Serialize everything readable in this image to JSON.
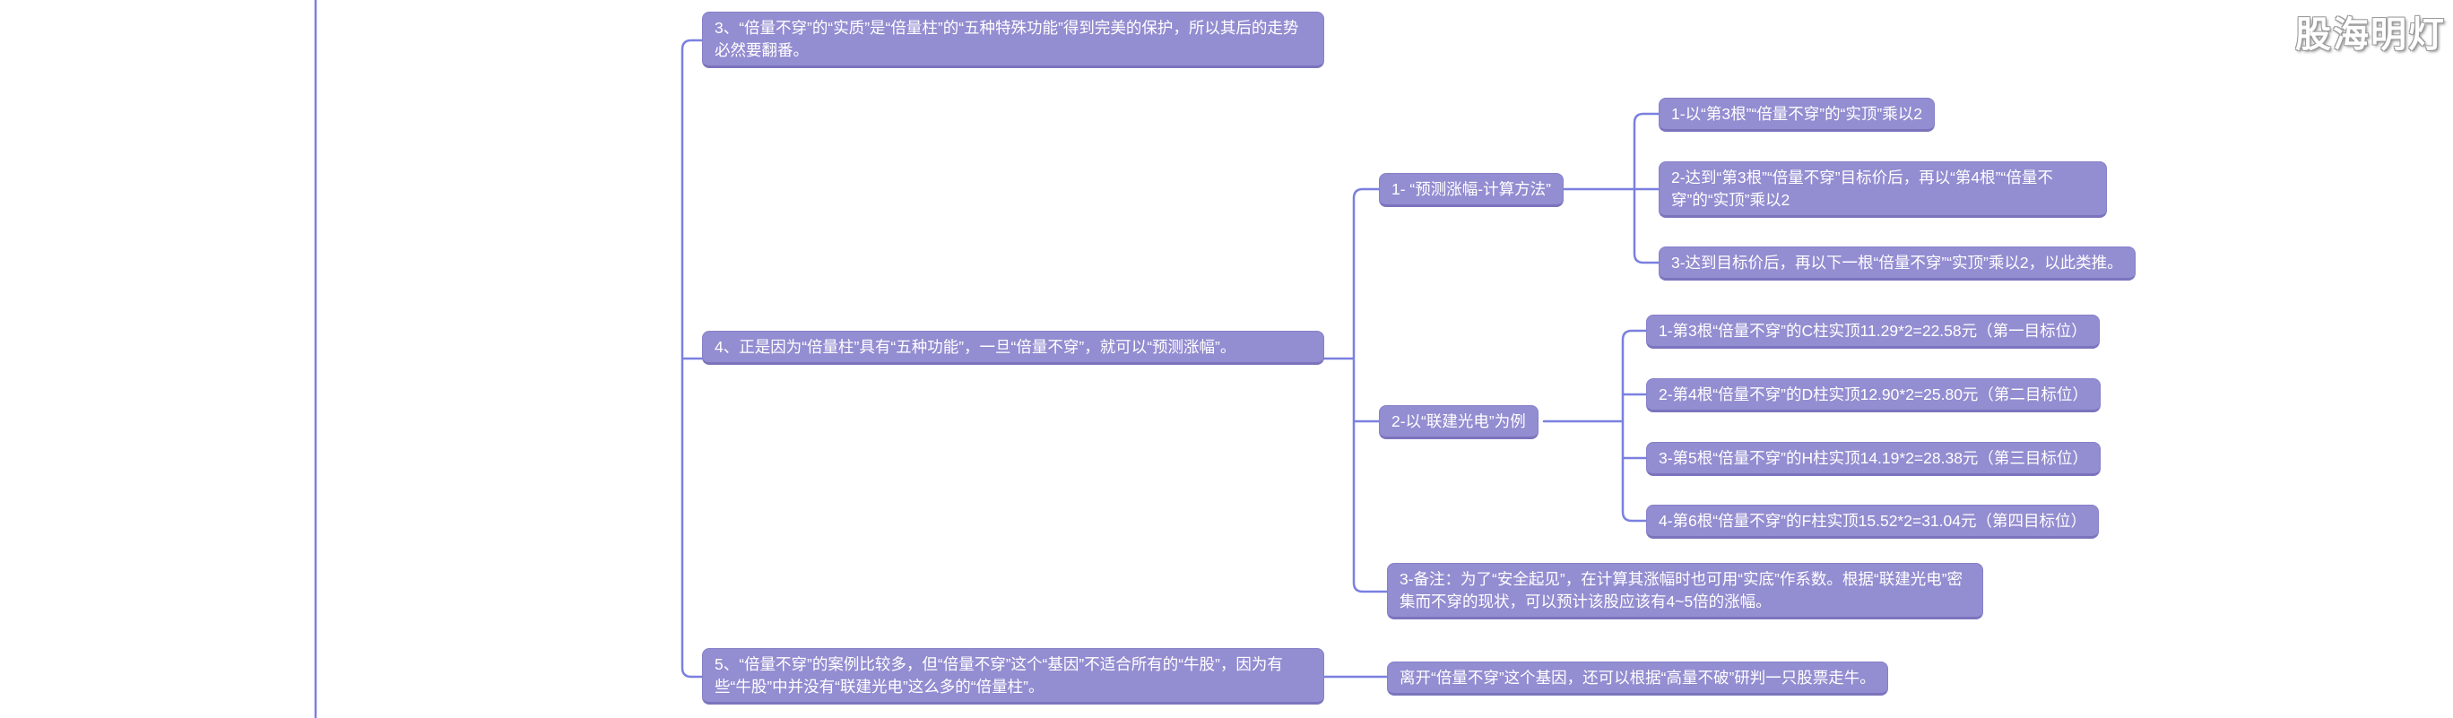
{
  "watermark": {
    "text": "股海明灯"
  },
  "colors": {
    "node_fill": "#938DD1",
    "node_border": "#8680C9",
    "node_border_bottom": "#7B74BD",
    "connector": "#7A80E0",
    "node_text": "#FFFFFF",
    "background": "#FFFFFF"
  },
  "mindmap": {
    "node3": {
      "label": "3、“倍量不穿”的“实质”是“倍量柱”的“五种特殊功能”得到完美的保护，所以其后的走势必然要翻番。"
    },
    "node4": {
      "label": "4、正是因为“倍量柱”具有“五种功能”，一旦“倍量不穿”，就可以“预测涨幅”。",
      "children": {
        "calc_method": {
          "label": "1- “预测涨幅-计算方法”",
          "children": {
            "step1": {
              "label": "1-以“第3根”“倍量不穿”的“实顶”乘以2"
            },
            "step2": {
              "label": "2-达到“第3根”“倍量不穿”目标价后，再以“第4根”“倍量不穿”的“实顶”乘以2"
            },
            "step3": {
              "label": "3-达到目标价后，再以下一根“倍量不穿”“实顶”乘以2，以此类推。"
            }
          }
        },
        "example": {
          "label": "2-以“联建光电”为例",
          "children": {
            "target1": {
              "label": "1-第3根“倍量不穿”的C柱实顶11.29*2=22.58元（第一目标位）"
            },
            "target2": {
              "label": "2-第4根“倍量不穿”的D柱实顶12.90*2=25.80元（第二目标位）"
            },
            "target3": {
              "label": "3-第5根“倍量不穿”的H柱实顶14.19*2=28.38元（第三目标位）"
            },
            "target4": {
              "label": "4-第6根“倍量不穿”的F柱实顶15.52*2=31.04元（第四目标位）"
            }
          }
        },
        "note": {
          "label": "3-备注：为了“安全起见”，在计算其涨幅时也可用“实底”作系数。根据“联建光电”密集而不穿的现状，可以预计该股应该有4~5倍的涨幅。"
        }
      }
    },
    "node5": {
      "label": "5、“倍量不穿”的案例比较多，但“倍量不穿”这个“基因”不适合所有的“牛股”，因为有些“牛股”中并没有“联建光电”这么多的“倍量柱”。",
      "children": {
        "tip": {
          "label": "离开“倍量不穿”这个基因，还可以根据“高量不破”研判一只股票走牛。"
        }
      }
    }
  }
}
